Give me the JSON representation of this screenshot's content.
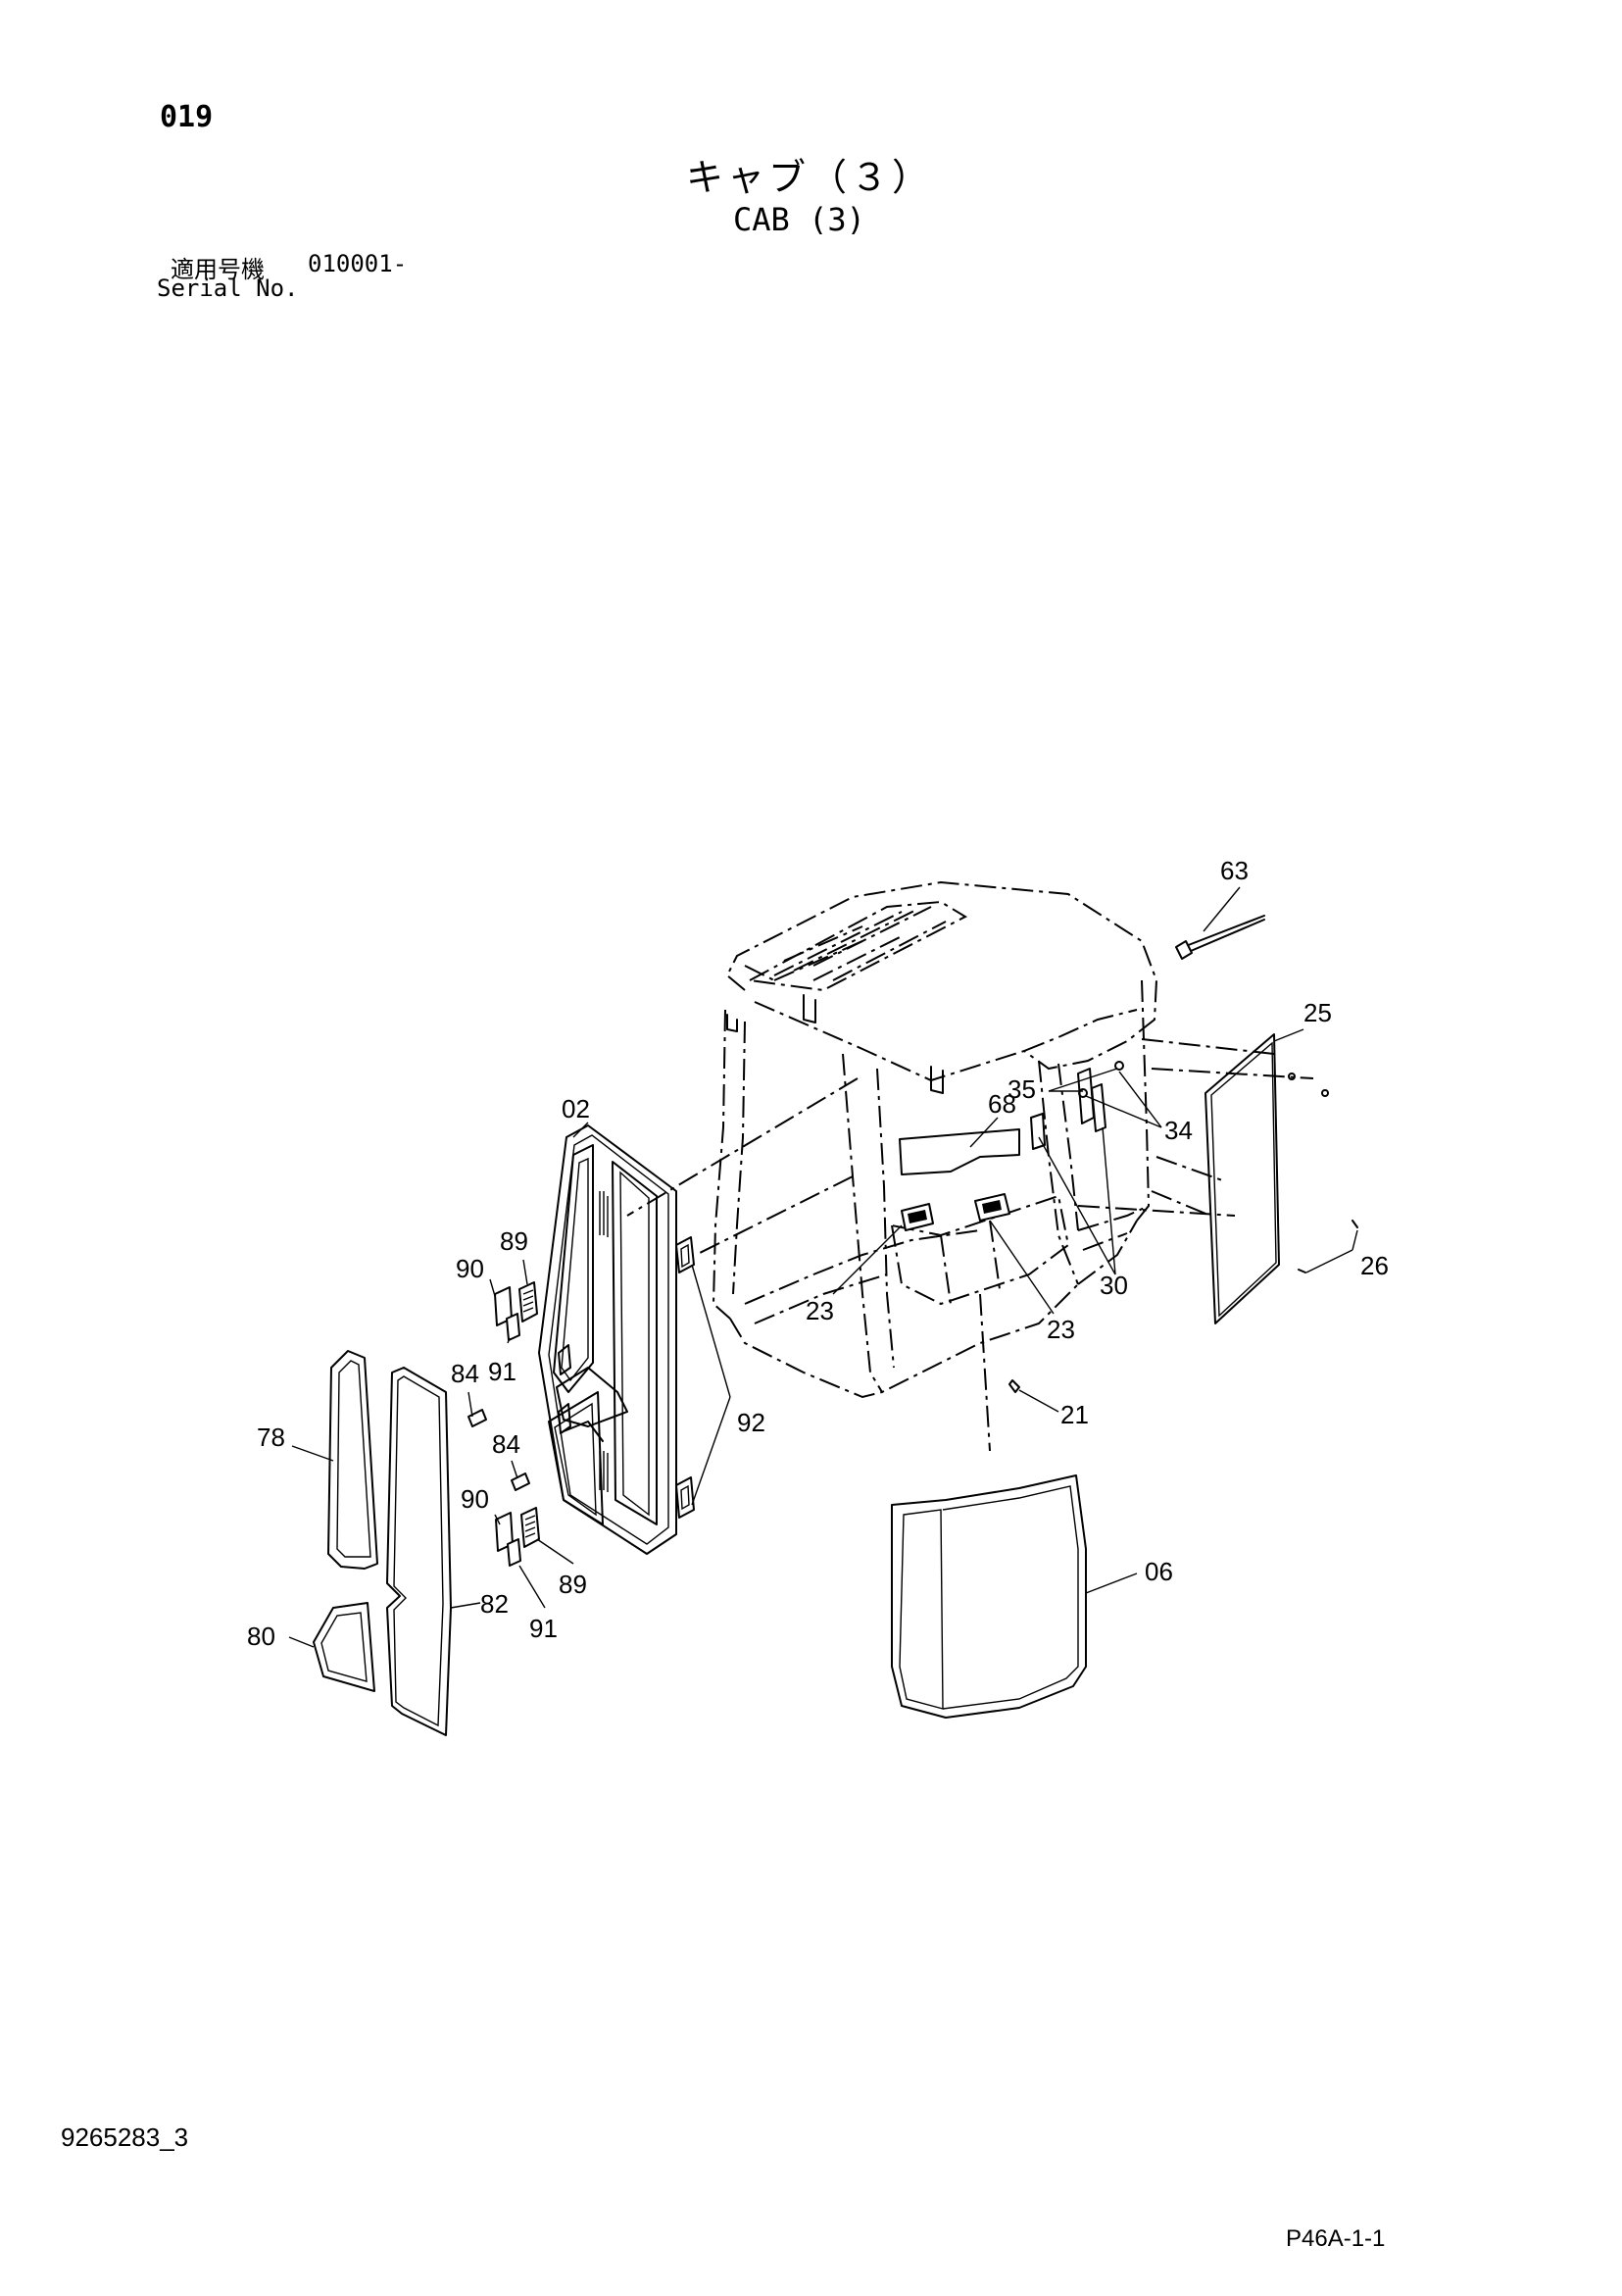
{
  "header": {
    "page_number": "019",
    "title_jp": "キャブ（３）",
    "title_en": "CAB (3)",
    "serial_label_jp": "適用号機",
    "serial_value": "010001-",
    "serial_label_en": "Serial No."
  },
  "footer": {
    "doc_code": "9265283_3",
    "plate_code": "P46A-1-1"
  },
  "callouts": {
    "c63": "63",
    "c25": "25",
    "c35": "35",
    "c34": "34",
    "c68": "68",
    "c02": "02",
    "c89a": "89",
    "c90a": "90",
    "c91a": "91",
    "c84a": "84",
    "c84b": "84",
    "c78": "78",
    "c23a": "23",
    "c23b": "23",
    "c30": "30",
    "c26": "26",
    "c21": "21",
    "c92": "92",
    "c90b": "90",
    "c89b": "89",
    "c91b": "91",
    "c82": "82",
    "c80": "80",
    "c06": "06"
  }
}
